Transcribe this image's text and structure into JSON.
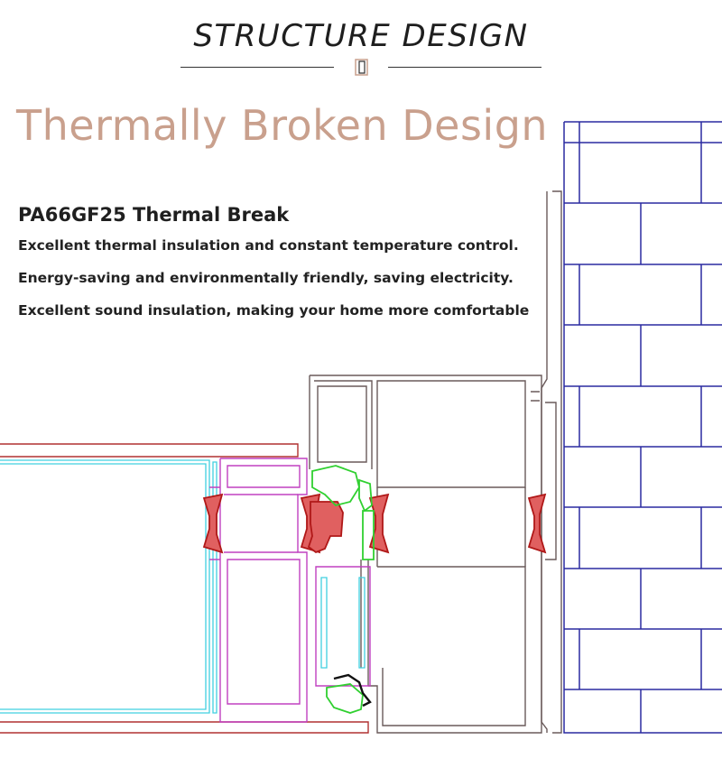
{
  "header": {
    "section_title": "STRUCTURE DESIGN",
    "divider_icon": "window-frame-icon"
  },
  "main": {
    "headline": "Thermally Broken Design",
    "subheading": "PA66GF25  Thermal Break",
    "features": [
      "Excellent thermal insulation and constant temperature control.",
      "Energy-saving and environmentally friendly, saving electricity.",
      "Excellent sound insulation, making your home more comfortable"
    ]
  },
  "colors": {
    "headline": "#c9a08d",
    "frame_outline": "#6a5a5a",
    "sash_outline": "#c040c0",
    "outer_sash": "#b03030",
    "glass_line": "#40d0e0",
    "thermal_break": "#e06060",
    "gasket_green": "#30d030",
    "wall_brick": "#2a2aa0"
  }
}
